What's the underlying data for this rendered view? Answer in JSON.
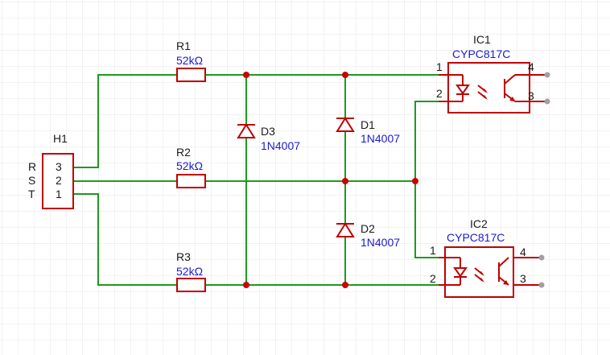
{
  "colors": {
    "grid": "#e6e6e6",
    "wire": "#1e9a1e",
    "part": "#c00000",
    "junction": "#cc0000",
    "pad": "#a0a0a0",
    "label_black": "#1a1a1a",
    "label_blue": "#1b1bd0"
  },
  "connector": {
    "ref": "H1",
    "side_labels": [
      "R",
      "S",
      "T"
    ],
    "pins": [
      "3",
      "2",
      "1"
    ]
  },
  "resistors": [
    {
      "ref": "R1",
      "value": "52kΩ"
    },
    {
      "ref": "R2",
      "value": "52kΩ"
    },
    {
      "ref": "R3",
      "value": "52kΩ"
    }
  ],
  "diodes": [
    {
      "ref": "D3",
      "part": "1N4007"
    },
    {
      "ref": "D1",
      "part": "1N4007"
    },
    {
      "ref": "D2",
      "part": "1N4007"
    }
  ],
  "optocouplers": [
    {
      "ref": "IC1",
      "part": "CYPC817C",
      "pins": [
        "1",
        "2",
        "4",
        "3"
      ]
    },
    {
      "ref": "IC2",
      "part": "CYPC817C",
      "pins": [
        "1",
        "2",
        "4",
        "3"
      ]
    }
  ]
}
